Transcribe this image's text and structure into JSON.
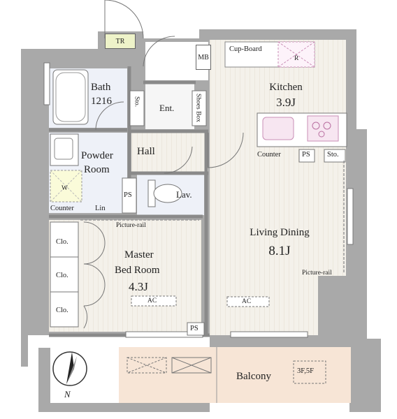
{
  "rooms": {
    "kitchen": {
      "name": "Kitchen",
      "size": "3.9J"
    },
    "living_dining": {
      "name": "Living Dining",
      "size": "8.1J"
    },
    "master_bedroom": {
      "name_line1": "Master",
      "name_line2": "Bed Room",
      "size": "4.3J"
    },
    "bath": {
      "name": "Bath",
      "size": "1216"
    },
    "powder_room": {
      "name_line1": "Powder",
      "name_line2": "Room"
    },
    "hall": {
      "name": "Hall"
    },
    "entrance": {
      "name": "Ent."
    },
    "lavatory": {
      "name": "Lav."
    },
    "balcony": {
      "name": "Balcony"
    }
  },
  "fixtures": {
    "trunk_room": "TR",
    "meter_box": "MB",
    "cupboard": "Cup-Board",
    "refrigerator": "R",
    "storage_entrance": "Sto.",
    "shoes_box": "Shoes Box",
    "kitchen_counter": "Counter",
    "kitchen_ps": "PS",
    "kitchen_storage": "Sto.",
    "washer": "W",
    "powder_counter": "Counter",
    "linen": "Lin",
    "lav_ps": "PS",
    "closet_1": "Clo.",
    "closet_2": "Clo.",
    "closet_3": "Clo.",
    "picture_rail_bedroom": "Picture-rail",
    "picture_rail_living": "Picture-rail",
    "ac_bedroom": "AC",
    "ac_living": "AC",
    "bottom_ps": "PS",
    "evacuation_hatch": "3F,5F"
  },
  "compass": {
    "north_label": "N"
  },
  "colors": {
    "wall": "#a6a6a6",
    "floor_wood": "#f3f0e8",
    "wet_area": "#eef1f8",
    "balcony": "#f7e6d8",
    "tr_box": "#eef3c9",
    "fixture_pink": "#e6b8d6"
  }
}
